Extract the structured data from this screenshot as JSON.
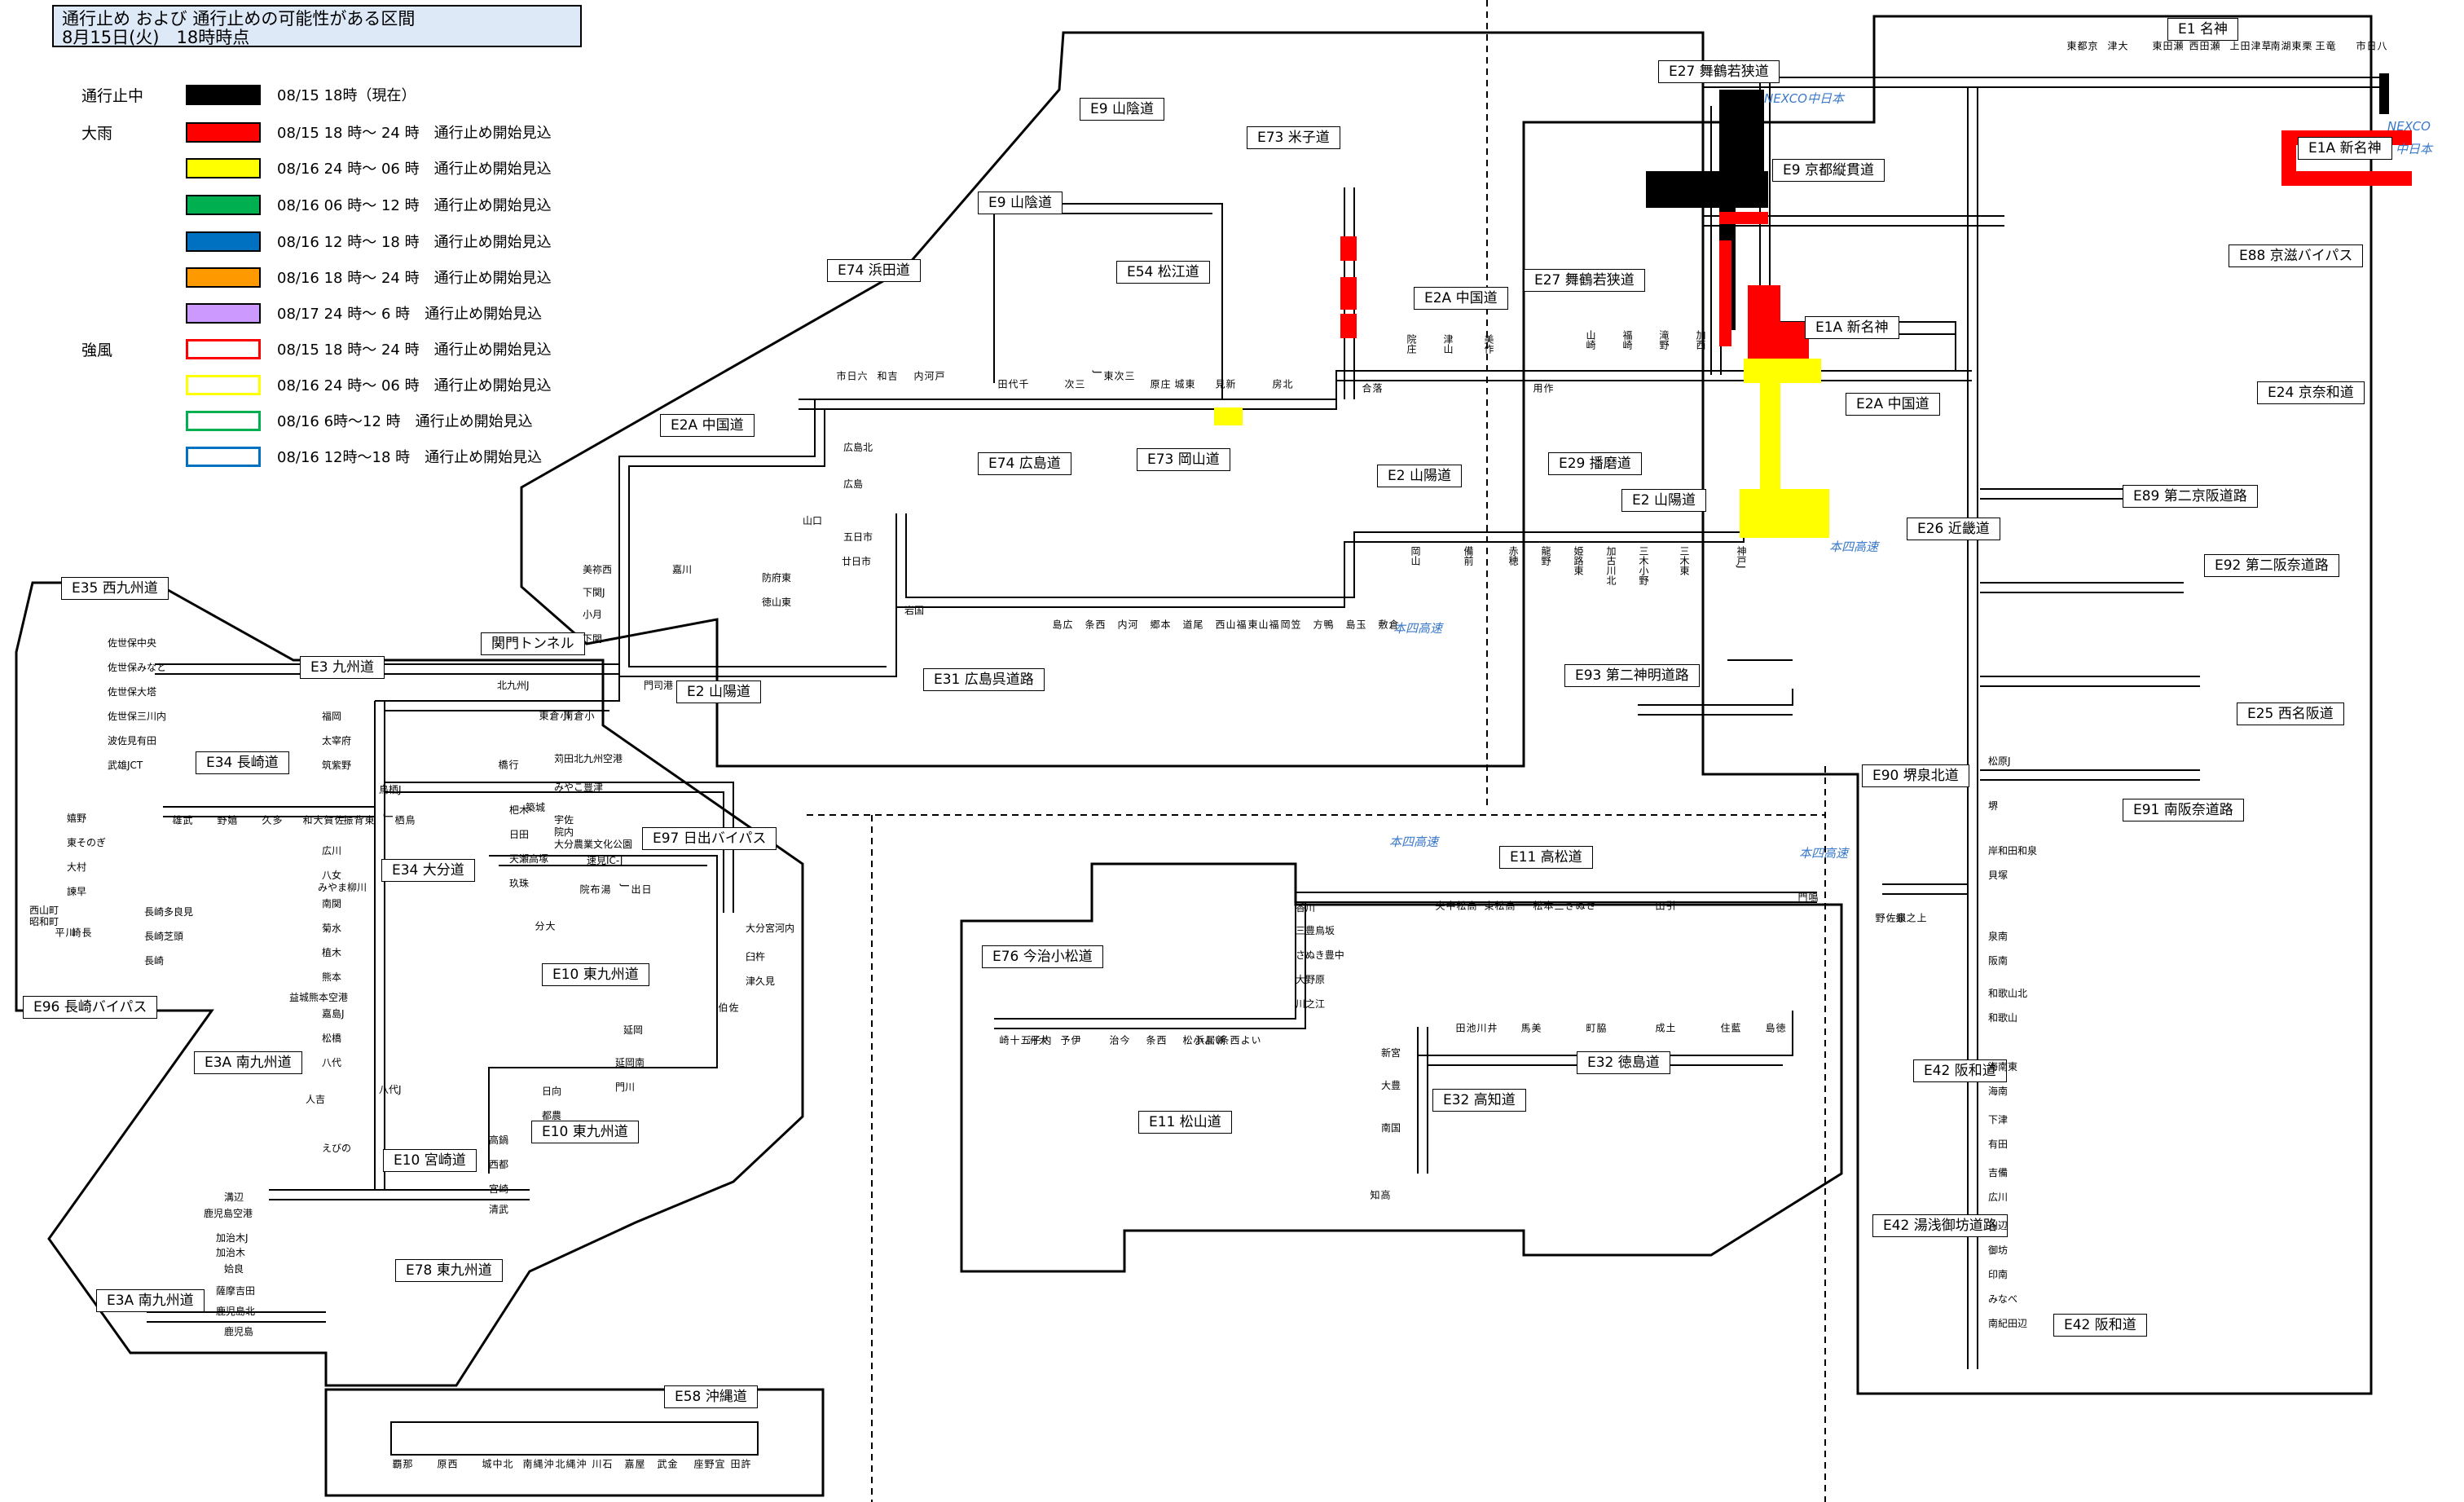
{
  "header": {
    "title_line1": "通行止め および 通行止めの可能性がある区間",
    "title_line2": "8月15日(火)　18時時点"
  },
  "legend": [
    {
      "category": "通行止中",
      "text": "08/15 18時（現在）",
      "style": "fill",
      "color": "#000000"
    },
    {
      "category": "大雨",
      "text": "08/15 18 時～ 24 時　通行止め開始見込",
      "style": "fill",
      "color": "#ff0000"
    },
    {
      "category": "",
      "text": "08/16 24 時～ 06 時　通行止め開始見込",
      "style": "fill",
      "color": "#ffff00"
    },
    {
      "category": "",
      "text": "08/16 06 時～ 12 時　通行止め開始見込",
      "style": "fill",
      "color": "#00b050"
    },
    {
      "category": "",
      "text": "08/16 12 時～ 18 時　通行止め開始見込",
      "style": "fill",
      "color": "#0070c0"
    },
    {
      "category": "",
      "text": "08/16 18 時～ 24 時　通行止め開始見込",
      "style": "fill",
      "color": "#ff9900"
    },
    {
      "category": "",
      "text": "08/17 24 時～ 6 時　通行止め開始見込",
      "style": "fill",
      "color": "#cc99ff"
    },
    {
      "category": "強風",
      "text": "08/15 18 時～ 24 時　通行止め開始見込",
      "style": "outline",
      "color": "#ff0000"
    },
    {
      "category": "",
      "text": "08/16 24 時～ 06 時　通行止め開始見込",
      "style": "outline",
      "color": "#ffff00"
    },
    {
      "category": "",
      "text": "08/16 6時～12 時　通行止め開始見込",
      "style": "outline",
      "color": "#00b050"
    },
    {
      "category": "",
      "text": "08/16 12時～18 時　通行止め開始見込",
      "style": "outline",
      "color": "#0070c0"
    }
  ],
  "route_labels": {
    "e1": "E1  名神",
    "e27a": "E27  舞鶴若狭道",
    "e9a": "E9  山陰道",
    "e73a": "E73  米子道",
    "e9b": "E9  山陰道",
    "e9c": "E9  京都縦貫道",
    "e1a": "E1A  新名神",
    "e88": "E88  京滋バイパス",
    "e74a": "E74  浜田道",
    "e54": "E54  松江道",
    "e2a_a": "E2A  中国道",
    "e27b": "E27  舞鶴若狭道",
    "e1a_b": "E1A  新名神",
    "e24": "E24  京奈和道",
    "e2a_b": "E2A  中国道",
    "e2a_c": "E2A  中国道",
    "e74b": "E74  広島道",
    "e73b": "E73  岡山道",
    "e2a": "E2  山陽道",
    "e29": "E29  播磨道",
    "e2b": "E2  山陽道",
    "e89": "E89  第二京阪道路",
    "e26": "E26  近畿道",
    "e92": "E92  第二阪奈道路",
    "e35": "E35  西九州道",
    "kanmon": "関門トンネル",
    "e3": "E3  九州道",
    "e2c": "E2  山陽道",
    "e31": "E31  広島呉道路",
    "e93": "E93  第二神明道路",
    "e25": "E25  西名阪道",
    "e34a": "E34  長崎道",
    "e90": "E90  堺泉北道",
    "e91": "E91  南阪奈道路",
    "e97": "E97  日出バイパス",
    "e34b": "E34  大分道",
    "e11a": "E11  高松道",
    "e76": "E76  今治小松道",
    "e10a": "E10  東九州道",
    "e96": "E96  長崎バイパス",
    "e3a_a": "E3A  南九州道",
    "e32a": "E32  徳島道",
    "e11b": "E11  松山道",
    "e32b": "E32  高知道",
    "e42a": "E42  阪和道",
    "e10b": "E10  東九州道",
    "e10c": "E10  宮崎道",
    "e78": "E78  東九州道",
    "e42b": "E42  湯浅御坊道路",
    "e3a_b": "E3A  南九州道",
    "e42c": "E42  阪和道",
    "e58": "E58  沖縄道"
  },
  "notes": {
    "nexco1": "NEXCO中日本",
    "nexco2": "NEXCO",
    "nexco3": "中日本",
    "honshi1": "本四高速",
    "honshi2": "本四高速",
    "honshi3": "本四高速",
    "honshi4": "本四高速"
  },
  "stations": {
    "sasebo": [
      "佐世保中央",
      "佐世保みなと",
      "佐世保大塔",
      "佐世保三川内",
      "波佐見有田",
      "武雄JCT",
      "嬉野",
      "東そのぎ",
      "大村",
      "諫早",
      "長崎多良見",
      "長崎芝頭",
      "長崎"
    ],
    "saseboH": [
      "西山町",
      "昭和町",
      "川平",
      "長崎"
    ],
    "kyushuVert": [
      "福岡",
      "太宰府",
      "筑紫野",
      "鳥栖J",
      "広川",
      "八女",
      "みやま柳川",
      "南関",
      "菊水",
      "植木",
      "熊本",
      "益城熊本空港",
      "嘉島J",
      "松橋",
      "八代",
      "八代J",
      "人吉",
      "えびの",
      "溝辺",
      "鹿児島空港",
      "加治木J",
      "加治木",
      "姶良",
      "薩摩吉田",
      "鹿児島北",
      "鹿児島"
    ],
    "nagasakiTop": [
      "武雄",
      "嬉野",
      "多久",
      "佐賀大和",
      "東背振",
      "鳥栖J"
    ],
    "oitaTop": [
      "杷木",
      "日田",
      "天瀬高塚",
      "玖珠",
      "湯布院",
      "日出J"
    ],
    "sanyoKyushu": [
      "北九州J",
      "門司港",
      "小倉東",
      "小倉南",
      "苅田北九州空港",
      "行橋",
      "みやこ豊津",
      "築城",
      "宇佐",
      "院内",
      "大分農業文化公園",
      "速見IC-J"
    ],
    "e10south": [
      "大分",
      "大分宮河内",
      "臼杵",
      "津久見",
      "佐伯",
      "延岡",
      "延岡南",
      "門川",
      "日向",
      "都農",
      "高鍋",
      "西都",
      "宮崎",
      "清武"
    ],
    "chugokuWest": [
      "美祢西",
      "下関J",
      "小月",
      "下関",
      "嘉川",
      "山口",
      "徳山東",
      "防府東",
      "広島北",
      "広島",
      "廿日市",
      "五日市",
      "岩国"
    ],
    "chugoku": [
      "六日市",
      "吉和",
      "戸河内",
      "千代田",
      "三次",
      "三次東J",
      "庄原",
      "東城",
      "新見",
      "北房",
      "落合",
      "院庄",
      "津山",
      "美作",
      "作用",
      "山崎",
      "福崎",
      "滝野",
      "加西"
    ],
    "sanyo": [
      "広島",
      "西条",
      "河内",
      "本郷",
      "尾道",
      "福山西",
      "福山東",
      "笠岡",
      "鴨方",
      "玉島",
      "倉敷",
      "岡山",
      "備前",
      "赤穂",
      "龍野",
      "姫路東",
      "加古川北",
      "三木小野",
      "三木東",
      "神戸J"
    ],
    "meishin": [
      "京都東",
      "大津",
      "瀬田東",
      "瀬田西",
      "草津田上",
      "栗東湖南",
      "竜王",
      "八日市"
    ],
    "shikoku": [
      "香川",
      "三豊鳥坂",
      "さぬき豊中",
      "大野原",
      "川之江",
      "新居浜",
      "いよ西条",
      "いよ小松",
      "今治",
      "西条",
      "伊予",
      "大洲",
      "内子五十崎",
      "高知",
      "南国",
      "大豊",
      "新宮",
      "井川池田",
      "美馬",
      "脇町",
      "土成",
      "藍住",
      "徳島",
      "鳴門",
      "高松中央",
      "高松東",
      "さぬき三本松",
      "引田"
    ],
    "hanwa": [
      "松原J",
      "堺",
      "岸和田和泉",
      "貝塚",
      "泉佐野",
      "上之郷",
      "泉南",
      "阪南",
      "和歌山北",
      "和歌山",
      "海南東",
      "海南",
      "下津",
      "有田",
      "吉備",
      "広川",
      "川辺",
      "御坊",
      "印南",
      "みなべ",
      "南紀田辺"
    ],
    "okinawa": [
      "許田",
      "宜野座",
      "金武",
      "屋嘉",
      "石川",
      "沖縄北",
      "沖縄南",
      "北中城",
      "西原",
      "那覇"
    ]
  }
}
